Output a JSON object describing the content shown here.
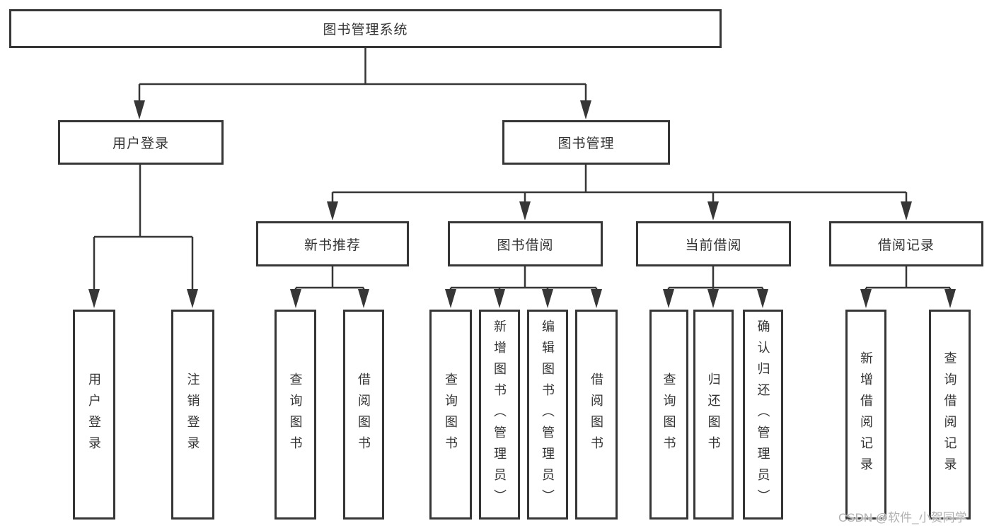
{
  "tree": {
    "root": "图书管理系统",
    "branches": [
      {
        "label": "用户登录",
        "children": [
          "用户登录",
          "注销登录"
        ]
      },
      {
        "label": "图书管理",
        "groups": [
          {
            "label": "新书推荐",
            "children": [
              "查询图书",
              "借阅图书"
            ]
          },
          {
            "label": "图书借阅",
            "children": [
              "查询图书",
              "新增图书（管理员）",
              "编辑图书（管理员）",
              "借阅图书"
            ]
          },
          {
            "label": "当前借阅",
            "children": [
              "查询图书",
              "归还图书",
              "确认归还（管理员）"
            ]
          },
          {
            "label": "借阅记录",
            "children": [
              "新增借阅记录",
              "查询借阅记录"
            ]
          }
        ]
      }
    ]
  },
  "watermark": "CSDN @软件_小贺同学",
  "colors": {
    "line": "#363636",
    "text": "#333333",
    "watermark": "#b0b0b0",
    "background": "#ffffff"
  }
}
